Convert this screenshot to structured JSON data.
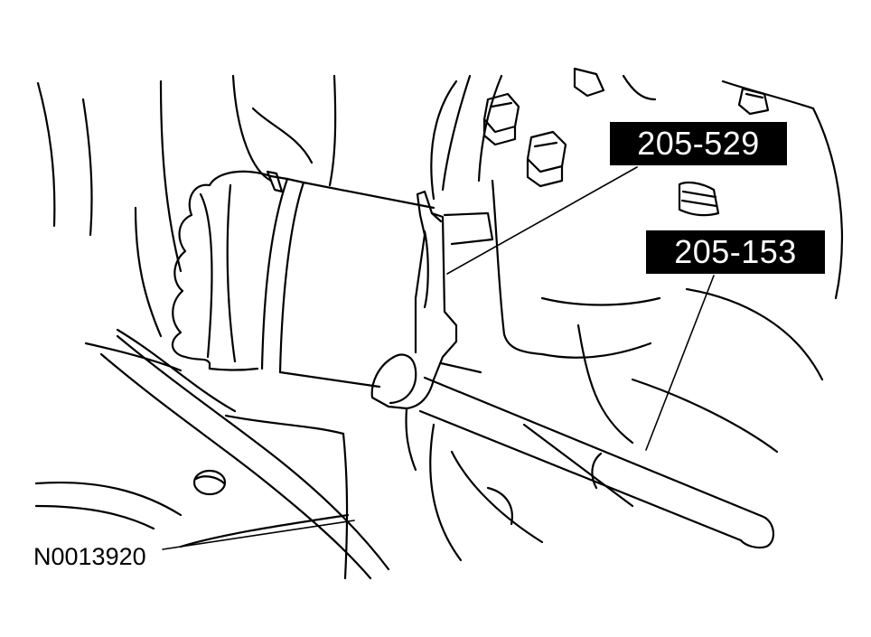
{
  "figure": {
    "id": "N0013920",
    "callouts": [
      {
        "label": "205-529"
      },
      {
        "label": "205-153"
      }
    ]
  },
  "colors": {
    "line": "#000000",
    "background": "#ffffff",
    "callout_bg": "#000000",
    "callout_text": "#ffffff"
  },
  "icons": [
    "cv-joint-boot",
    "boot-clamp-tool",
    "installer-handle",
    "flange-bolt"
  ]
}
